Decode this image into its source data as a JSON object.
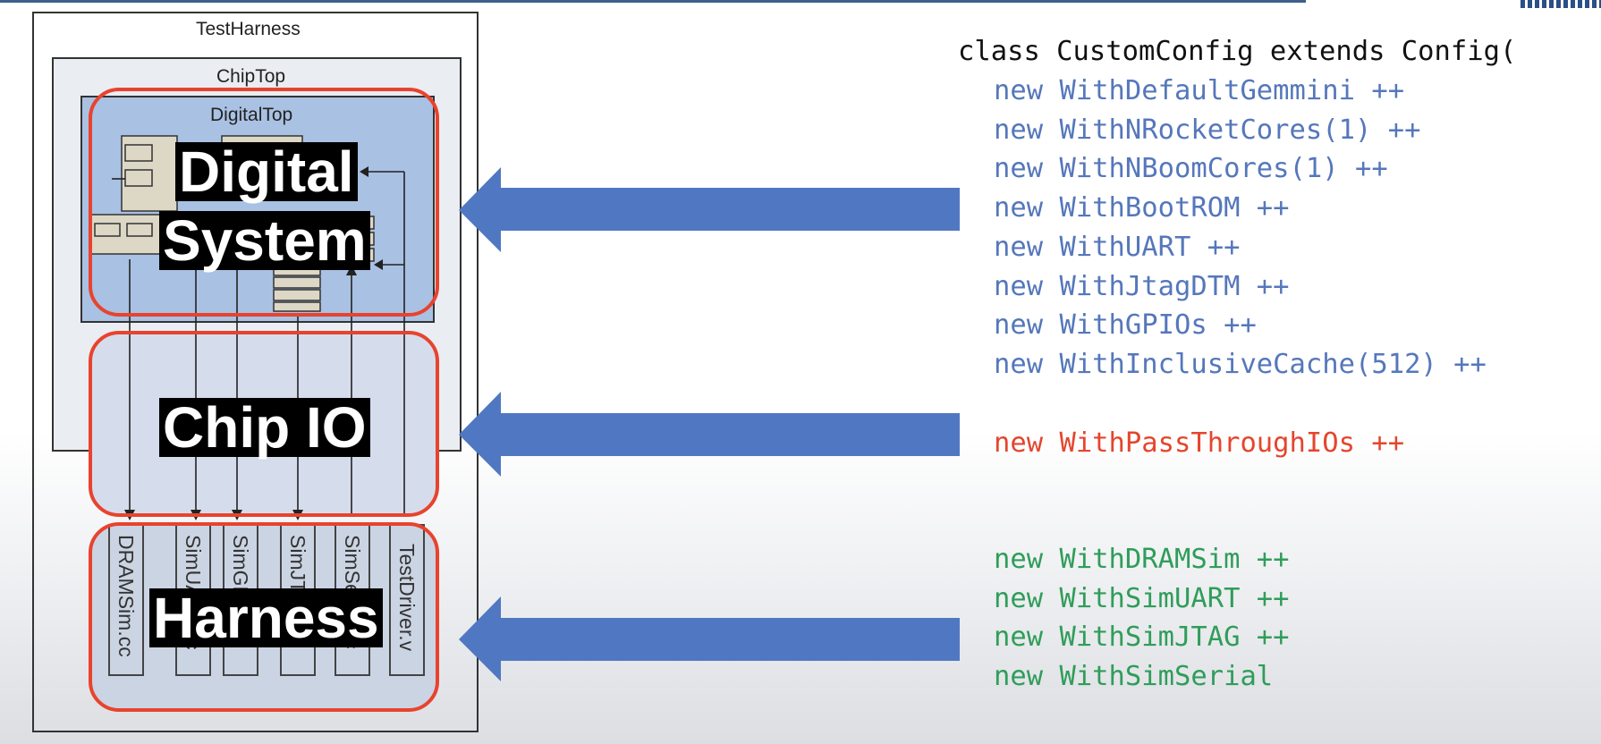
{
  "diagram": {
    "test_harness_label": "TestHarness",
    "chip_top_label": "ChipTop",
    "digital_top_label": "DigitalTop",
    "overlay_digital_system_line1": "Digital",
    "overlay_digital_system_line2": "System",
    "overlay_chip_io": "Chip IO",
    "overlay_harness": "Harness",
    "harness_modules": [
      "DRAMSim.cc",
      "SimUART.cc",
      "SimGPIO.cc",
      "SimJTAG.cc",
      "SimSerial.cc",
      "TestDriver.v"
    ]
  },
  "code": {
    "header": "class CustomConfig extends Config(",
    "digital_lines": [
      "new WithDefaultGemmini ++",
      "new WithNRocketCores(1) ++",
      "new WithNBoomCores(1) ++",
      "new WithBootROM ++",
      "new WithUART ++",
      "new WithJtagDTM ++",
      "new WithGPIOs ++",
      "new WithInclusiveCache(512) ++"
    ],
    "io_lines": [
      "new WithPassThroughIOs ++"
    ],
    "harness_lines": [
      "new WithDRAMSim ++",
      "new WithSimUART ++",
      "new WithSimJTAG ++",
      "new WithSimSerial"
    ]
  },
  "colors": {
    "digital_code": "#5577bb",
    "io_code": "#e5452d",
    "harness_code": "#2f9d5a",
    "arrow": "#5078c2",
    "highlight_border": "#e8432e"
  }
}
